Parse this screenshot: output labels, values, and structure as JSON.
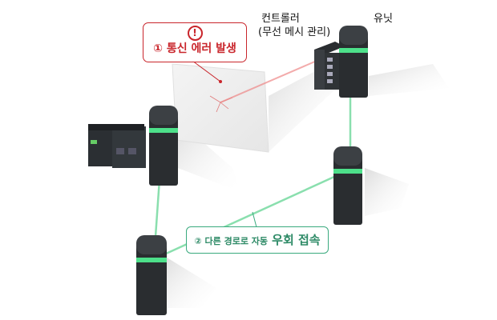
{
  "labels": {
    "controller_line1": "컨트롤러",
    "controller_line2": "(무선 메시 관리)",
    "unit": "유닛"
  },
  "error_callout": {
    "icon": "!",
    "text": "① 통신 에러 발생",
    "color": "#c9252b"
  },
  "reroute_callout": {
    "prefix": "② 다른 경로로 자동",
    "emphasis": "우회 접속",
    "color": "#3aaa7e"
  }
}
